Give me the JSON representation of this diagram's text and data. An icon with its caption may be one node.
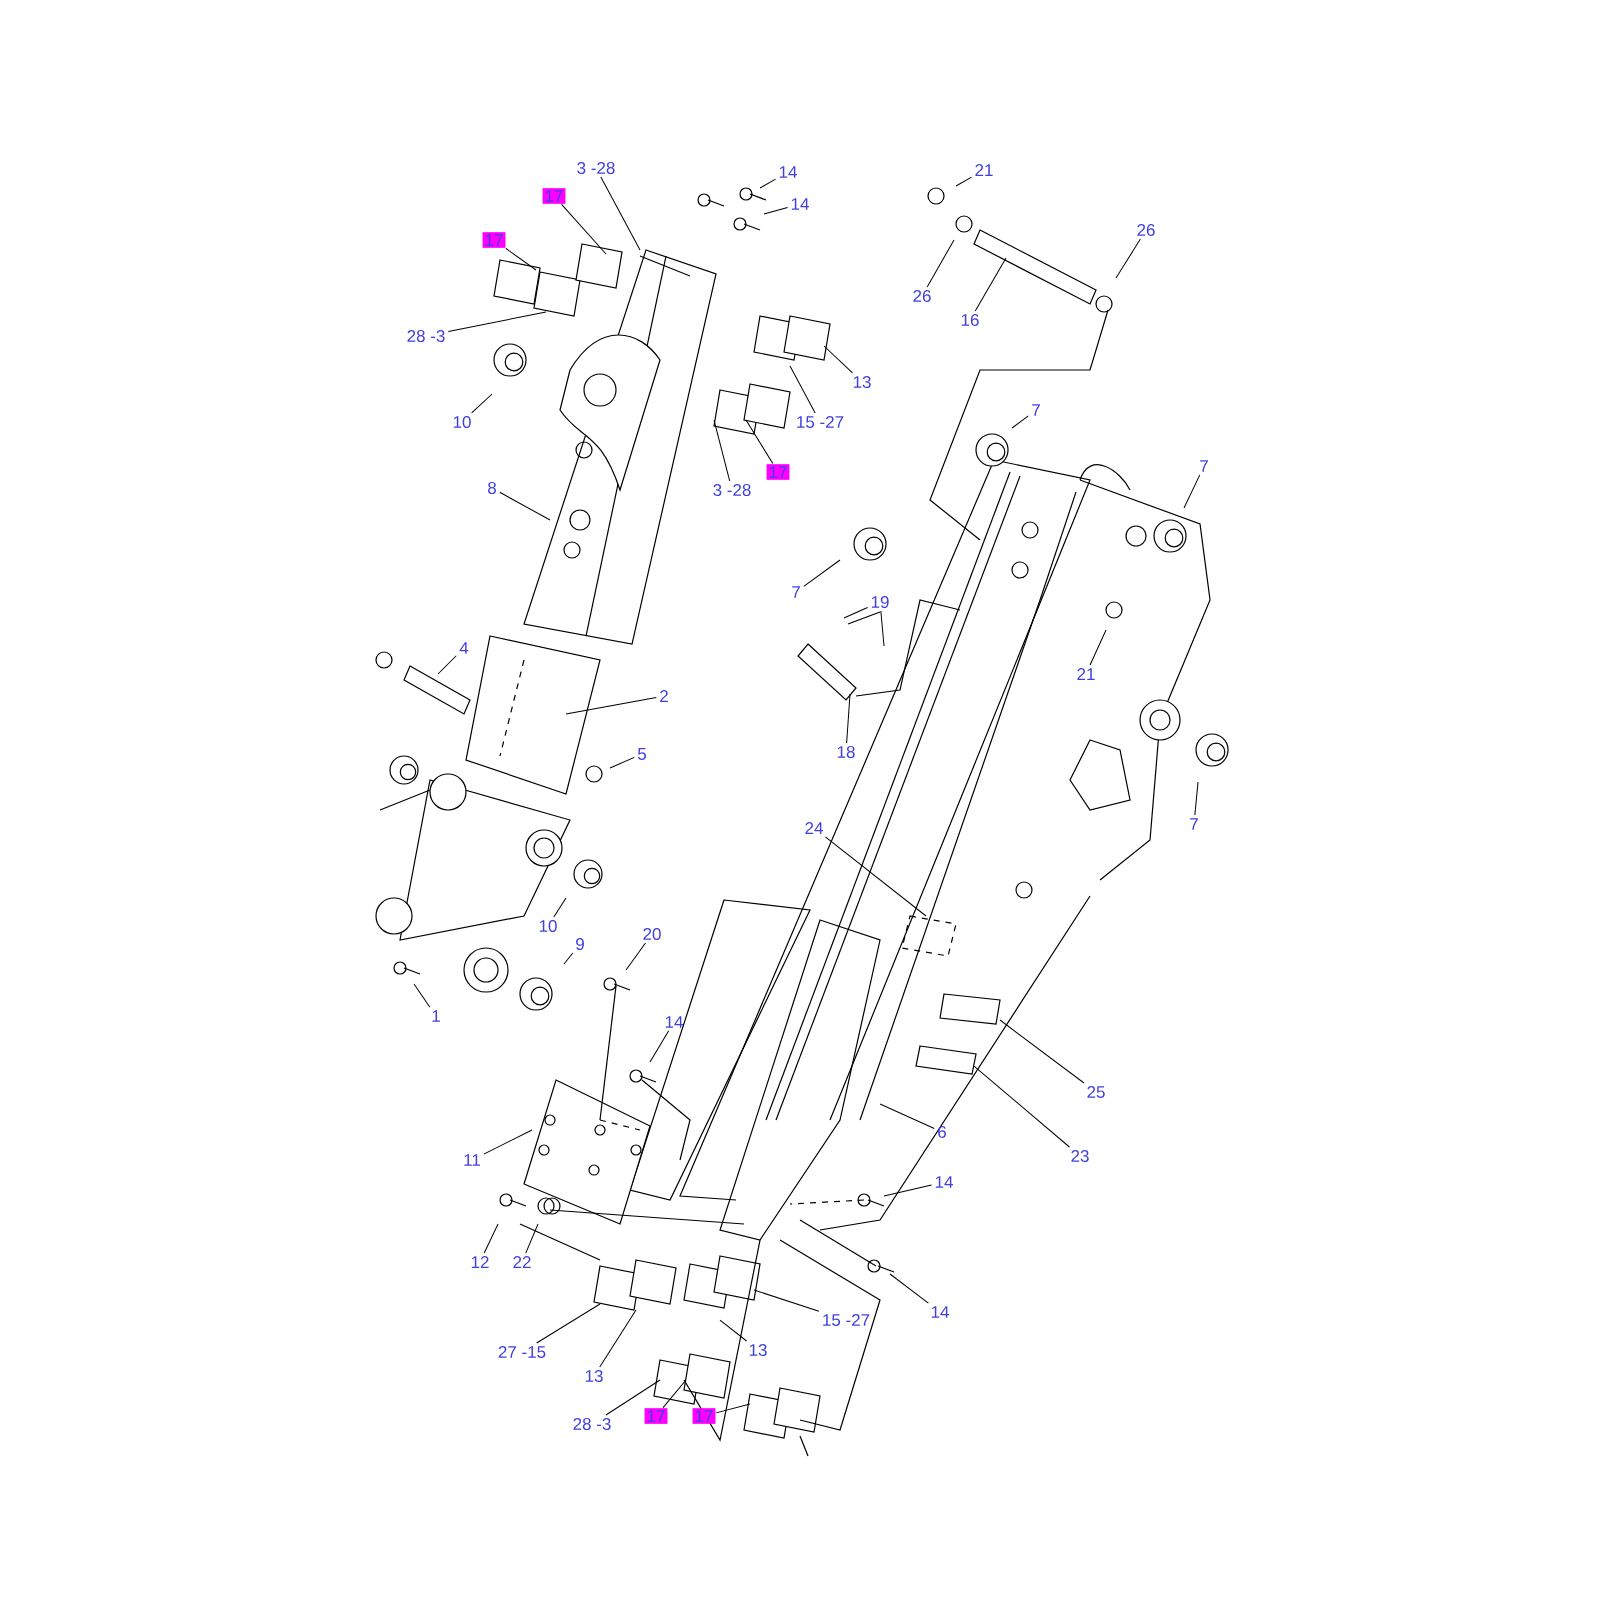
{
  "diagram": {
    "nodes": [
      {
        "text": [
          "3 -28"
        ]
      },
      {
        "text": [
          "17"
        ]
      },
      {
        "text": [
          "14"
        ]
      },
      {
        "text": [
          "14"
        ]
      },
      {
        "text": [
          "17"
        ]
      },
      {
        "text": [
          "28 -3"
        ]
      },
      {
        "text": [
          "13"
        ]
      },
      {
        "text": [
          "15 -27"
        ]
      },
      {
        "text": [
          "10"
        ]
      },
      {
        "text": [
          "17"
        ]
      },
      {
        "text": [
          "3 -28"
        ]
      },
      {
        "text": [
          "8"
        ]
      },
      {
        "text": [
          "21"
        ]
      },
      {
        "text": [
          "26"
        ]
      },
      {
        "text": [
          "26"
        ]
      },
      {
        "text": [
          "16"
        ]
      },
      {
        "text": [
          "7"
        ]
      },
      {
        "text": [
          "7"
        ]
      },
      {
        "text": [
          "4"
        ]
      },
      {
        "text": [
          "2"
        ]
      },
      {
        "text": [
          "7"
        ]
      },
      {
        "text": [
          "19"
        ]
      },
      {
        "text": [
          "21"
        ]
      },
      {
        "text": [
          "5"
        ]
      },
      {
        "text": [
          "18"
        ]
      },
      {
        "text": [
          "7"
        ]
      },
      {
        "text": [
          "24"
        ]
      },
      {
        "text": [
          "10"
        ]
      },
      {
        "text": [
          "20"
        ]
      },
      {
        "text": [
          "9"
        ]
      },
      {
        "text": [
          "1"
        ]
      },
      {
        "text": [
          "14"
        ]
      },
      {
        "text": [
          "25"
        ]
      },
      {
        "text": [
          "6"
        ]
      },
      {
        "text": [
          "23"
        ]
      },
      {
        "text": [
          "11"
        ]
      },
      {
        "text": [
          "14"
        ]
      },
      {
        "text": [
          "12"
        ]
      },
      {
        "text": [
          "22"
        ]
      },
      {
        "text": [
          "14"
        ]
      },
      {
        "text": [
          "15 -27"
        ]
      },
      {
        "text": [
          "27 -15"
        ]
      },
      {
        "text": [
          "13"
        ]
      },
      {
        "text": [
          "13"
        ]
      },
      {
        "text": [
          "17"
        ]
      },
      {
        "text": [
          "28 -3"
        ]
      },
      {
        "text": [
          "17"
        ]
      }
    ],
    "edges": [
      {
        "from": 0,
        "to": null,
        "arrow": "none"
      },
      {
        "from": 1,
        "to": null,
        "arrow": "none"
      },
      {
        "from": 2,
        "to": null,
        "arrow": "none"
      },
      {
        "from": 3,
        "to": null,
        "arrow": "none"
      },
      {
        "from": 4,
        "to": null,
        "arrow": "none"
      },
      {
        "from": 5,
        "to": null,
        "arrow": "none"
      },
      {
        "from": 6,
        "to": null,
        "arrow": "none"
      },
      {
        "from": 7,
        "to": null,
        "arrow": "none"
      },
      {
        "from": 8,
        "to": null,
        "arrow": "none"
      },
      {
        "from": 9,
        "to": null,
        "arrow": "none"
      },
      {
        "from": 10,
        "to": null,
        "arrow": "none"
      },
      {
        "from": 11,
        "to": null,
        "arrow": "none"
      },
      {
        "from": 12,
        "to": null,
        "arrow": "none"
      },
      {
        "from": 13,
        "to": null,
        "arrow": "none"
      },
      {
        "from": 14,
        "to": null,
        "arrow": "none"
      },
      {
        "from": 15,
        "to": null,
        "arrow": "none"
      },
      {
        "from": 16,
        "to": null,
        "arrow": "none"
      },
      {
        "from": 17,
        "to": null,
        "arrow": "none"
      },
      {
        "from": 18,
        "to": null,
        "arrow": "none"
      },
      {
        "from": 19,
        "to": null,
        "arrow": "none"
      },
      {
        "from": 20,
        "to": null,
        "arrow": "none"
      },
      {
        "from": 21,
        "to": null,
        "arrow": "none"
      },
      {
        "from": 21,
        "to": null,
        "arrow": "none"
      },
      {
        "from": 22,
        "to": null,
        "arrow": "none"
      },
      {
        "from": 23,
        "to": null,
        "arrow": "none"
      },
      {
        "from": 24,
        "to": null,
        "arrow": "none"
      },
      {
        "from": 25,
        "to": null,
        "arrow": "none"
      },
      {
        "from": 26,
        "to": null,
        "arrow": "none"
      },
      {
        "from": 27,
        "to": null,
        "arrow": "none"
      },
      {
        "from": 28,
        "to": null,
        "arrow": "none"
      },
      {
        "from": 29,
        "to": null,
        "arrow": "none"
      },
      {
        "from": 30,
        "to": null,
        "arrow": "none"
      },
      {
        "from": 31,
        "to": null,
        "arrow": "none"
      },
      {
        "from": 32,
        "to": null,
        "arrow": "none"
      },
      {
        "from": 33,
        "to": null,
        "arrow": "none"
      },
      {
        "from": 34,
        "to": null,
        "arrow": "none"
      },
      {
        "from": 35,
        "to": null,
        "arrow": "none"
      },
      {
        "from": 36,
        "to": null,
        "arrow": "none"
      },
      {
        "from": 37,
        "to": null,
        "arrow": "none"
      },
      {
        "from": 38,
        "to": null,
        "arrow": "none"
      },
      {
        "from": 39,
        "to": null,
        "arrow": "none"
      },
      {
        "from": 40,
        "to": null,
        "arrow": "none"
      },
      {
        "from": 41,
        "to": null,
        "arrow": "none"
      },
      {
        "from": 42,
        "to": null,
        "arrow": "none"
      },
      {
        "from": 43,
        "to": null,
        "arrow": "none"
      },
      {
        "from": 44,
        "to": null,
        "arrow": "none"
      },
      {
        "from": 45,
        "to": null,
        "arrow": "none"
      },
      {
        "from": 46,
        "to": null,
        "arrow": "none"
      }
    ]
  }
}
